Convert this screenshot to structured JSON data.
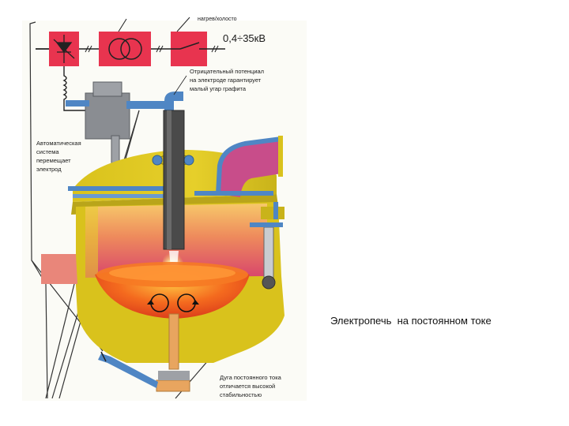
{
  "diagram": {
    "voltage_label": "0,4÷35кВ",
    "top_label": "нагрев/холосто",
    "electrode_note": [
      "Отрицательный потенциал",
      "на электроде гарантирует",
      "малый угар графита"
    ],
    "auto_note": [
      "Автоматическая",
      "система",
      "перемещает",
      "электрод"
    ],
    "arc_note": [
      "Дуга постоянного тока",
      "отличается высокой",
      "стабильностью"
    ]
  },
  "caption": "Электропечь  на постоянном токе",
  "colors": {
    "red_box": "#e8344f",
    "furnace_yellow": "#d9c21c",
    "furnace_olive": "#b9a51a",
    "shell_salmon": "#e9867a",
    "interior_gradient_top": "#f3b96a",
    "interior_gradient_bottom": "#e5426a",
    "bath_orange": "#f0561b",
    "pipe_blue": "#4f86c4",
    "duct_purple": "#c84d8a",
    "electrode_gray": "#4a4a4a",
    "holder_gray": "#8a8d92",
    "copper": "#e8a55f"
  }
}
